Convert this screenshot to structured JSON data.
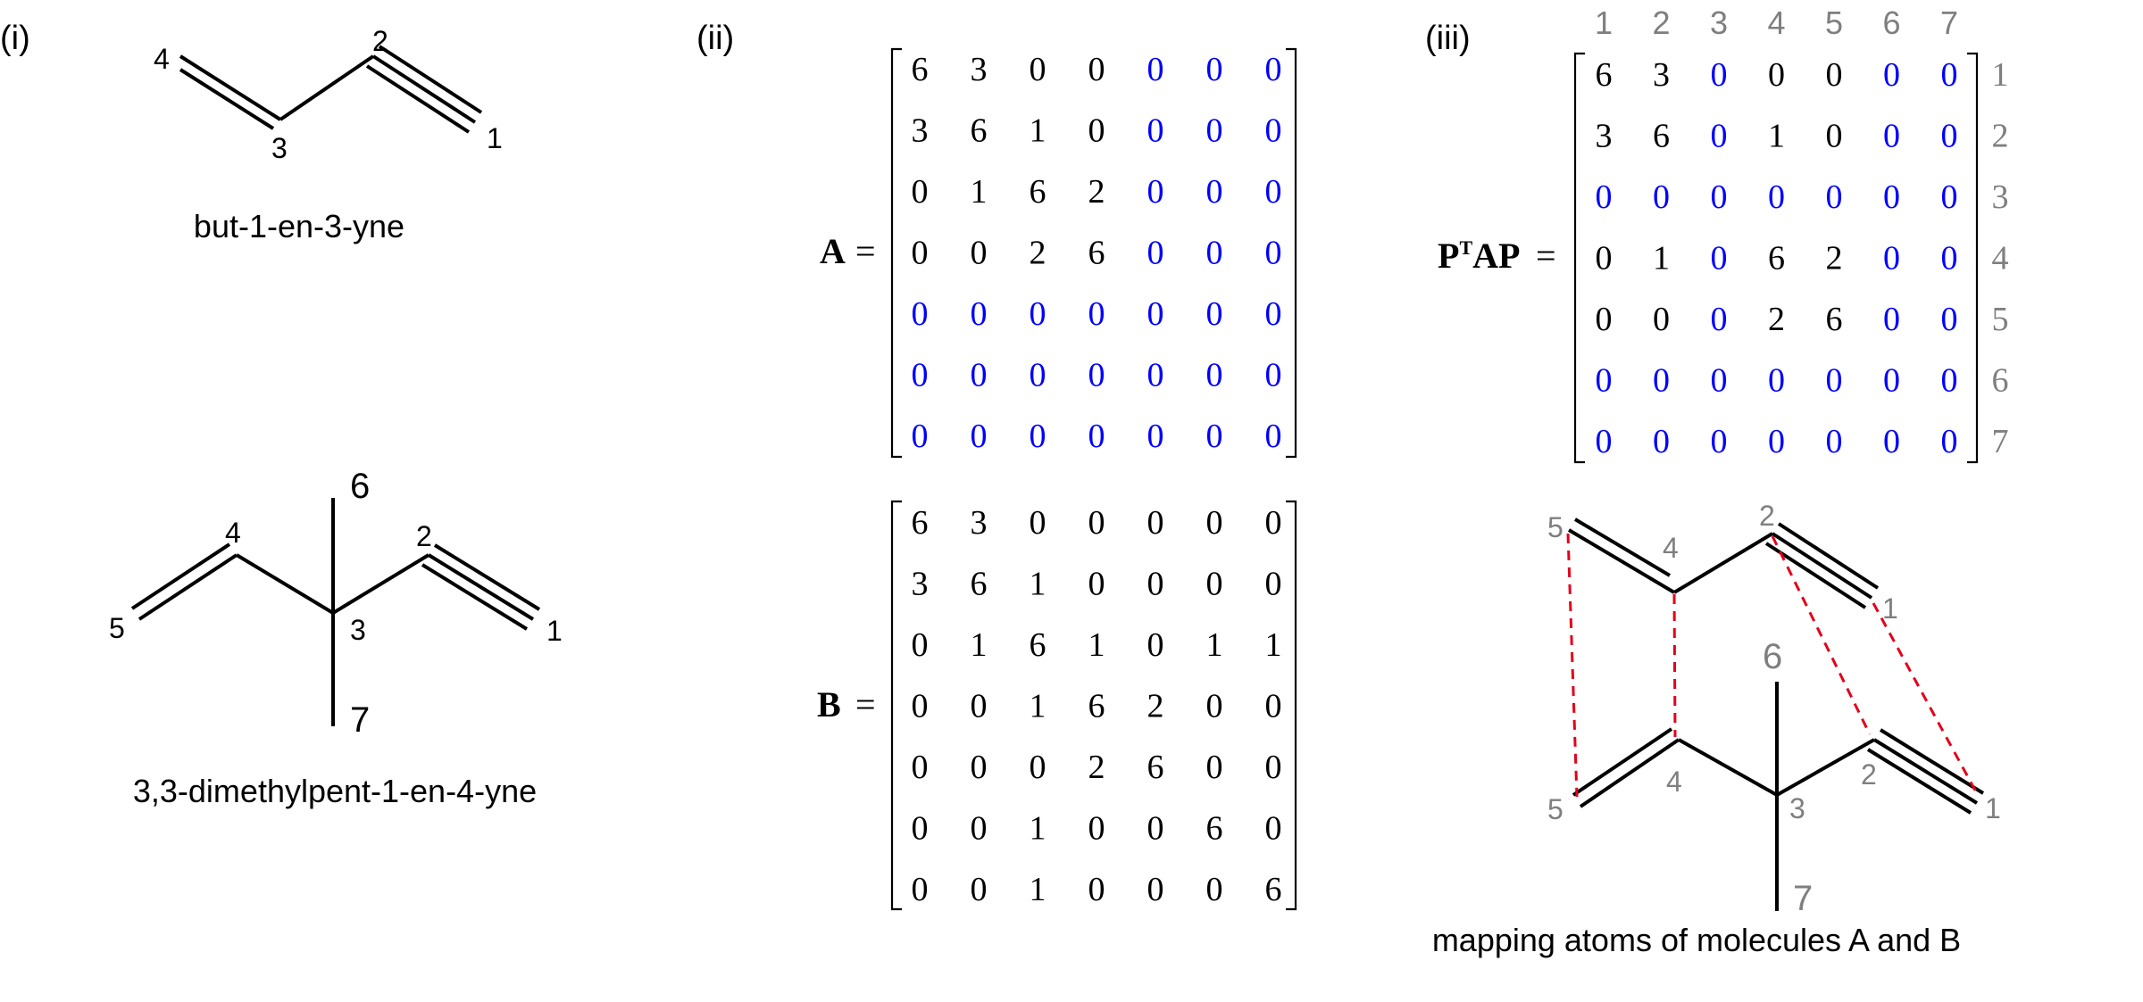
{
  "panels": {
    "i": "(i)",
    "ii": "(ii)",
    "iii": "(iii)"
  },
  "mol_a": {
    "name": "but-1-en-3-yne",
    "atoms": [
      "1",
      "2",
      "3",
      "4"
    ]
  },
  "mol_b": {
    "name": "3,3-dimethylpent-1-en-4-yne",
    "atoms": [
      "1",
      "2",
      "3",
      "4",
      "5",
      "6",
      "7"
    ]
  },
  "matrix_a": {
    "label_bold": "A",
    "equals": "=",
    "rows": [
      [
        "6",
        "3",
        "0",
        "0",
        "0",
        "0",
        "0"
      ],
      [
        "3",
        "6",
        "1",
        "0",
        "0",
        "0",
        "0"
      ],
      [
        "0",
        "1",
        "6",
        "2",
        "0",
        "0",
        "0"
      ],
      [
        "0",
        "0",
        "2",
        "6",
        "0",
        "0",
        "0"
      ],
      [
        "0",
        "0",
        "0",
        "0",
        "0",
        "0",
        "0"
      ],
      [
        "0",
        "0",
        "0",
        "0",
        "0",
        "0",
        "0"
      ],
      [
        "0",
        "0",
        "0",
        "0",
        "0",
        "0",
        "0"
      ]
    ],
    "blue_rule": "row index >= 4 or column index >= 4 (padding zeros)"
  },
  "matrix_b": {
    "label_bold": "B",
    "equals": "=",
    "rows": [
      [
        "6",
        "3",
        "0",
        "0",
        "0",
        "0",
        "0"
      ],
      [
        "3",
        "6",
        "1",
        "0",
        "0",
        "0",
        "0"
      ],
      [
        "0",
        "1",
        "6",
        "1",
        "0",
        "1",
        "1"
      ],
      [
        "0",
        "0",
        "1",
        "6",
        "2",
        "0",
        "0"
      ],
      [
        "0",
        "0",
        "0",
        "2",
        "6",
        "0",
        "0"
      ],
      [
        "0",
        "0",
        "1",
        "0",
        "0",
        "6",
        "0"
      ],
      [
        "0",
        "0",
        "1",
        "0",
        "0",
        "0",
        "6"
      ]
    ]
  },
  "matrix_p": {
    "label_p1": "P",
    "label_sup": "T",
    "label_a": "A",
    "label_p2": "P",
    "equals": "=",
    "col_headers": [
      "1",
      "2",
      "3",
      "4",
      "5",
      "6",
      "7"
    ],
    "row_headers": [
      "1",
      "2",
      "3",
      "4",
      "5",
      "6",
      "7"
    ],
    "rows": [
      [
        "6",
        "3",
        "0",
        "0",
        "0",
        "0",
        "0"
      ],
      [
        "3",
        "6",
        "0",
        "1",
        "0",
        "0",
        "0"
      ],
      [
        "0",
        "0",
        "0",
        "0",
        "0",
        "0",
        "0"
      ],
      [
        "0",
        "1",
        "0",
        "6",
        "2",
        "0",
        "0"
      ],
      [
        "0",
        "0",
        "0",
        "2",
        "6",
        "0",
        "0"
      ],
      [
        "0",
        "0",
        "0",
        "0",
        "0",
        "0",
        "0"
      ],
      [
        "0",
        "0",
        "0",
        "0",
        "0",
        "0",
        "0"
      ]
    ],
    "blue_rows": [
      3,
      6,
      7
    ],
    "blue_cols": [
      3,
      6,
      7
    ]
  },
  "mapping": {
    "caption": "mapping atoms of molecules A and B",
    "top_atoms": [
      "1",
      "2",
      "4",
      "5"
    ],
    "bottom_atoms": [
      "1",
      "2",
      "3",
      "4",
      "5",
      "6",
      "7"
    ],
    "pairs": [
      [
        "5",
        "5"
      ],
      [
        "4",
        "4"
      ],
      [
        "2",
        "2"
      ],
      [
        "1",
        "1"
      ]
    ]
  },
  "colors": {
    "text": "#000000",
    "padding_zero_blue": "#0000ff",
    "index_gray": "#7f7f7f",
    "mapping_red": "#e3001b"
  }
}
